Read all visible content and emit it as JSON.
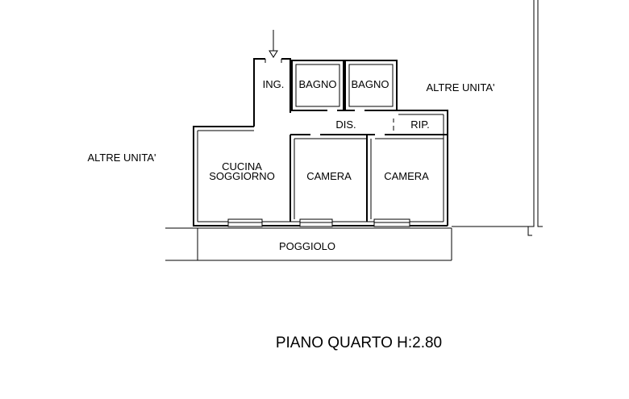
{
  "labels": {
    "ingresso": "ING.",
    "bagno_1": "BAGNO",
    "bagno_2": "BAGNO",
    "altre_unita_right": "ALTRE UNITA'",
    "altre_unita_left": "ALTRE UNITA'",
    "disimpegno": "DIS.",
    "ripostiglio": "RIP.",
    "cucina_line1": "CUCINA",
    "cucina_line2": "SOGGIORNO",
    "camera_1": "CAMERA",
    "camera_2": "CAMERA",
    "poggiolo": "POGGIOLO"
  },
  "caption": "PIANO QUARTO H:2.80"
}
